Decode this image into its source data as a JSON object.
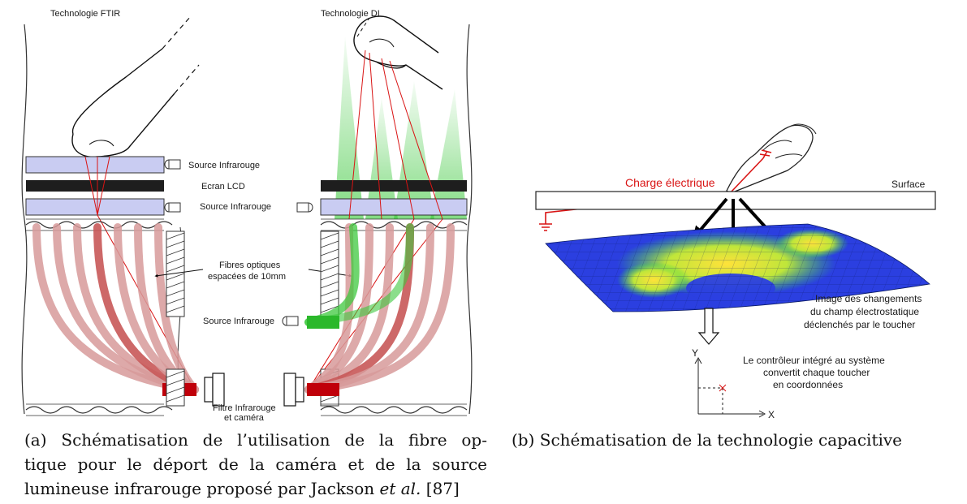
{
  "panel_a": {
    "title_ftir": "Technologie FTIR",
    "title_di": "Technologie DI",
    "label_source_ir_top": "Source Infrarouge",
    "label_ecran_lcd": "Ecran LCD",
    "label_source_ir_mid": "Source Infrarouge",
    "label_fibres_line1": "Fibres optiques",
    "label_fibres_line2": "espacées de 10mm",
    "label_source_ir_di": "Source Infrarouge",
    "label_filtre_line1": "Filtre Infrarouge",
    "label_filtre_line2": "et caméra"
  },
  "panel_b": {
    "label_charge": "Charge électrique",
    "label_surface": "Surface",
    "label_image_line1": "Image des changements",
    "label_image_line2": "du champ électrostatique",
    "label_image_line3": "déclenchés par le toucher",
    "label_ctrl_line1": "Le contrôleur intégré au système",
    "label_ctrl_line2": "convertit chaque toucher",
    "label_ctrl_line3": "en coordonnées",
    "axis_y": "Y",
    "axis_x": "X"
  },
  "captions": {
    "a_line1": "(a) Schématisation de l’utilisation de la fibre op-",
    "a_line2": "tique pour le déport de la caméra et de la source",
    "a_line3_pre": "lumineuse infrarouge proposé par Jackson ",
    "a_line3_italic": "et al.",
    "a_line3_post": " [87]",
    "b": "(b) Schématisation de la technologie capacitive"
  },
  "colors": {
    "glass": "#c9ccf2",
    "lcd": "#1e1e1e",
    "fiber": "#d79a9a",
    "fiber_dark": "#c0000a",
    "green": "#3ec83e",
    "red_line": "#d91414",
    "surface_blue": "#2b3fe0",
    "surface_green": "#2fd84a",
    "surface_yellow": "#ffe23a"
  }
}
